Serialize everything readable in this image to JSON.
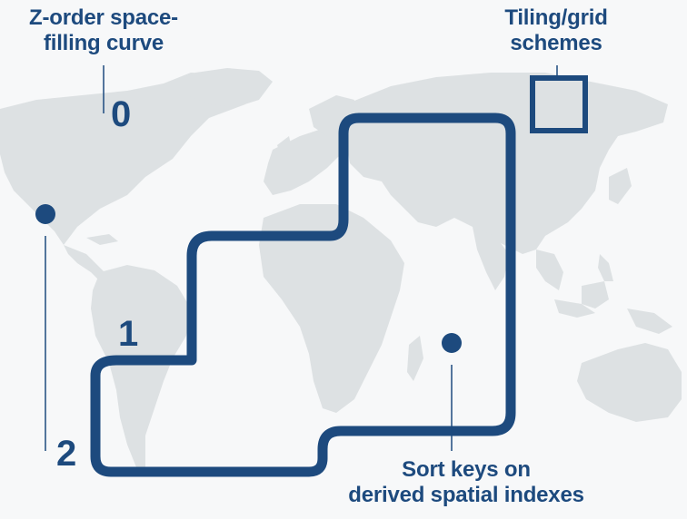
{
  "colors": {
    "background": "#f7f8f9",
    "land": "#dde1e3",
    "accent": "#1d4a7e"
  },
  "labels": {
    "zorder": {
      "line1": "Z-order space-",
      "line2": "filling curve"
    },
    "tiling": {
      "line1": "Tiling/grid",
      "line2": "schemes"
    },
    "sortkeys": {
      "line1": "Sort keys on",
      "line2": "derived spatial indexes"
    }
  },
  "markers": {
    "zero": "0",
    "one": "1",
    "two": "2"
  }
}
